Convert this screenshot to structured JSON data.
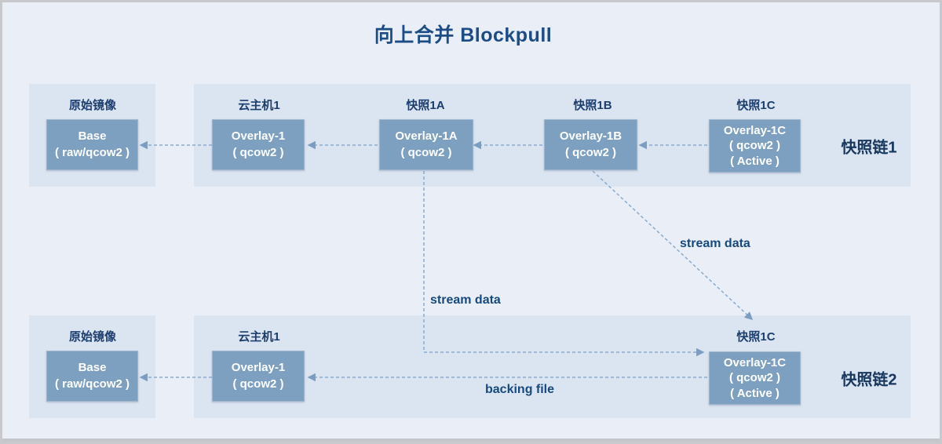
{
  "title": "向上合并 Blockpull",
  "annotations": {
    "stream_data_top": "stream data",
    "stream_data_bottom": "stream data",
    "backing_file": "backing file"
  },
  "chain1": {
    "chain_label": "快照链1",
    "source": {
      "label": "原始镜像",
      "box": [
        "Base",
        "( raw/qcow2 )"
      ]
    },
    "nodes": [
      {
        "label": "云主机1",
        "box": [
          "Overlay-1",
          "( qcow2 )"
        ]
      },
      {
        "label": "快照1A",
        "box": [
          "Overlay-1A",
          "( qcow2 )"
        ]
      },
      {
        "label": "快照1B",
        "box": [
          "Overlay-1B",
          "( qcow2 )"
        ]
      },
      {
        "label": "快照1C",
        "box": [
          "Overlay-1C",
          "( qcow2 )",
          "( Active )"
        ]
      }
    ]
  },
  "chain2": {
    "chain_label": "快照链2",
    "source": {
      "label": "原始镜像",
      "box": [
        "Base",
        "( raw/qcow2 )"
      ]
    },
    "nodes": [
      {
        "label": "云主机1",
        "box": [
          "Overlay-1",
          "( qcow2 )"
        ]
      },
      {
        "label": "快照1C",
        "box": [
          "Overlay-1C",
          "( qcow2 )",
          "( Active )"
        ]
      }
    ]
  },
  "colors": {
    "page_background": "#e9eef7",
    "panel_background": "#dbe4f1",
    "box_fill": "#7da0c1",
    "box_text": "#ffffff",
    "label_text": "#1c3e6e",
    "chain_label_text": "#17375d",
    "title_text": "#1b4c86",
    "arrow_line": "#8aabcd",
    "annotation_text": "#16497e",
    "frame_border": "#c7c9cc"
  }
}
